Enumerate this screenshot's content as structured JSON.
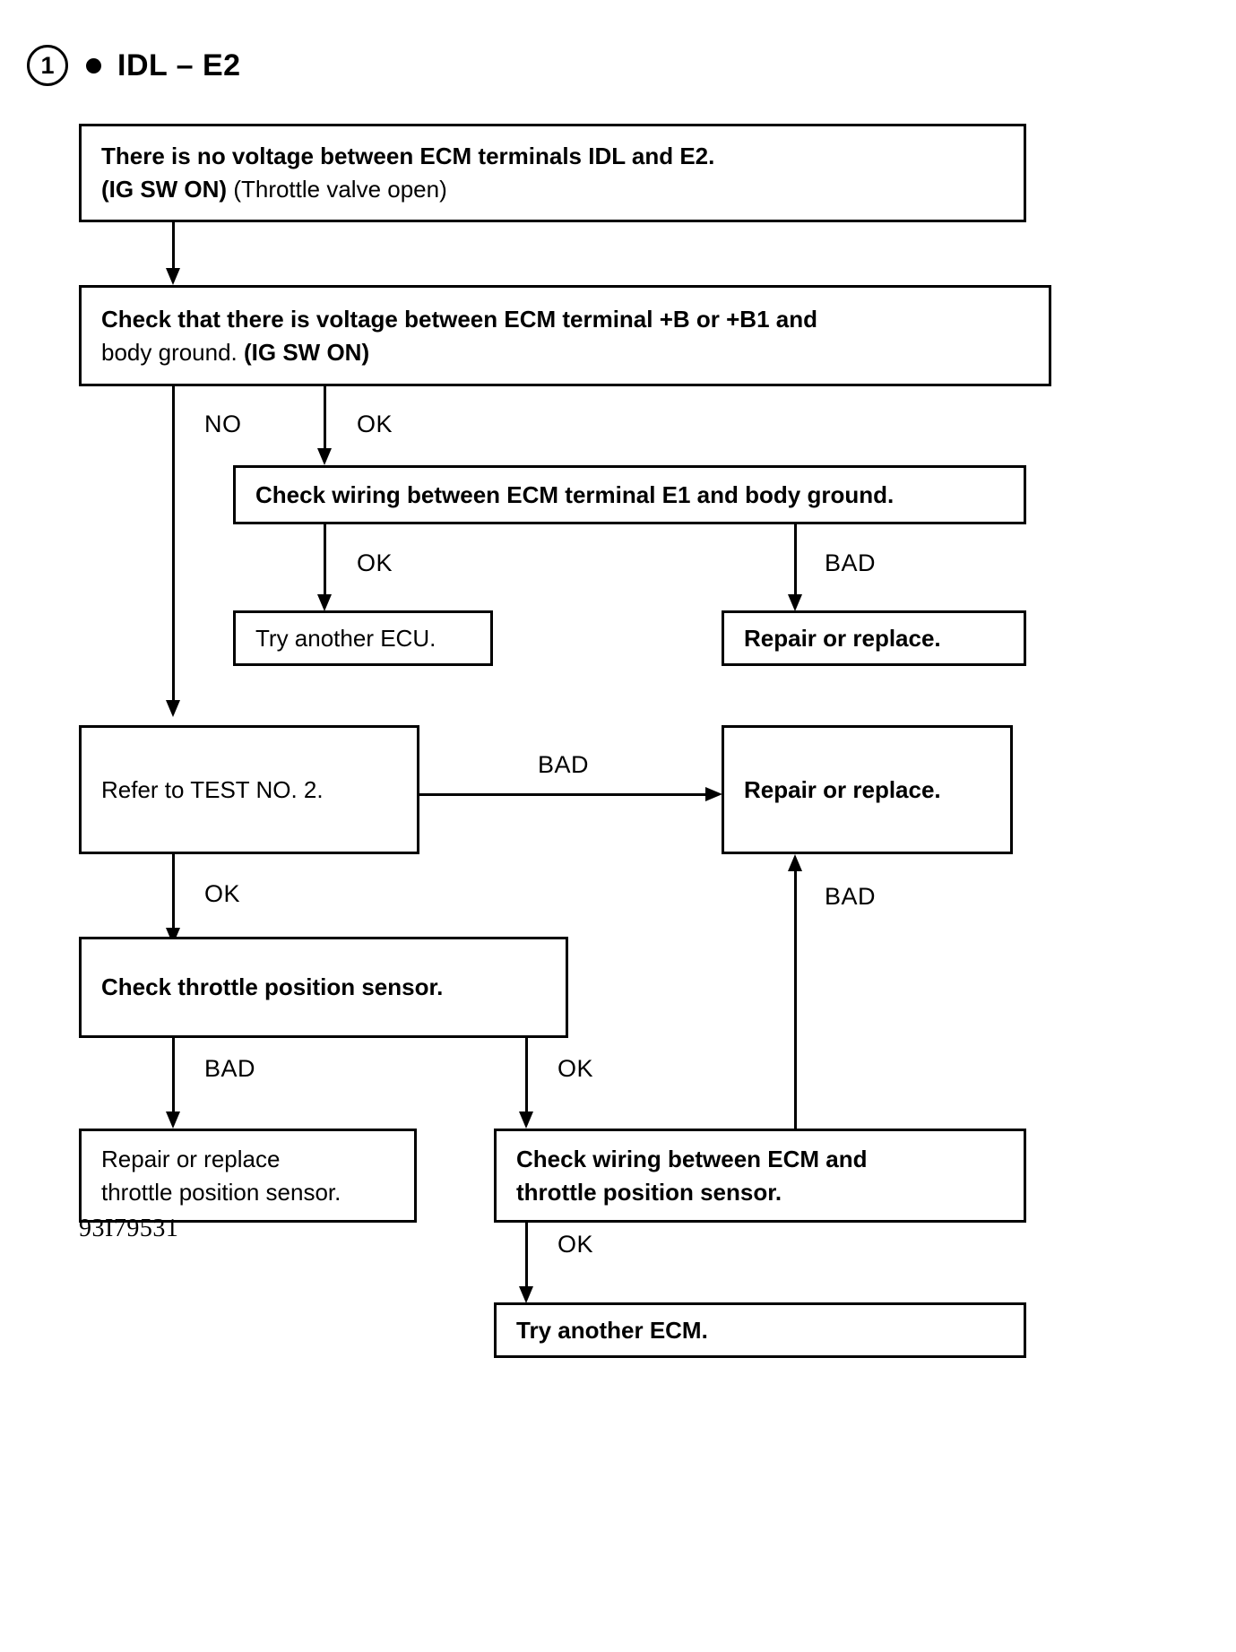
{
  "header": {
    "step_number": "1",
    "bullet": "•",
    "title": "IDL – E2"
  },
  "figure_id": "93I79531",
  "chart_data": {
    "type": "diagram",
    "diagram_kind": "troubleshooting-flowchart",
    "title": "IDL – E2",
    "nodes": [
      {
        "id": "n1",
        "lines": [
          "There is no voltage between ECM terminals IDL and E2.",
          "(IG SW ON) (Throttle valve open)"
        ]
      },
      {
        "id": "n2",
        "lines": [
          "Check that there is voltage between ECM terminal +B or +B1 and",
          "body ground. (IG SW ON)"
        ]
      },
      {
        "id": "n3",
        "lines": [
          "Check wiring between ECM terminal E1 and body ground."
        ]
      },
      {
        "id": "n4",
        "lines": [
          "Try another ECU."
        ]
      },
      {
        "id": "n5",
        "lines": [
          "Repair or replace."
        ]
      },
      {
        "id": "n6",
        "lines": [
          "Refer to TEST NO. 2."
        ]
      },
      {
        "id": "n7",
        "lines": [
          "Repair or replace."
        ]
      },
      {
        "id": "n8",
        "lines": [
          "Check throttle position sensor."
        ]
      },
      {
        "id": "n9",
        "lines": [
          "Repair or replace",
          "throttle position sensor."
        ]
      },
      {
        "id": "n10",
        "lines": [
          "Check wiring between ECM and",
          "throttle position sensor."
        ]
      },
      {
        "id": "n11",
        "lines": [
          "Try another ECM."
        ]
      }
    ],
    "edges": [
      {
        "from": "n1",
        "to": "n2",
        "label": ""
      },
      {
        "from": "n2",
        "to": "n6",
        "label": "NO"
      },
      {
        "from": "n2",
        "to": "n3",
        "label": "OK"
      },
      {
        "from": "n3",
        "to": "n4",
        "label": "OK"
      },
      {
        "from": "n3",
        "to": "n5",
        "label": "BAD"
      },
      {
        "from": "n6",
        "to": "n7",
        "label": "BAD"
      },
      {
        "from": "n6",
        "to": "n8",
        "label": "OK"
      },
      {
        "from": "n8",
        "to": "n9",
        "label": "BAD"
      },
      {
        "from": "n8",
        "to": "n10",
        "label": "OK"
      },
      {
        "from": "n10",
        "to": "n7",
        "label": "BAD"
      },
      {
        "from": "n10",
        "to": "n11",
        "label": "OK"
      }
    ]
  },
  "boxes": {
    "b1": {
      "line1_a": "There is no voltage between ECM terminals IDL and E2.",
      "line2_a": "(IG SW ON)",
      "line2_b": " (Throttle valve open)"
    },
    "b2": {
      "line1_a": "Check that there is voltage between ECM terminal +B or +B1 and",
      "line2_a": "body ground. ",
      "line2_b": "(IG SW ON)"
    },
    "b3": {
      "line1": "Check wiring between ECM terminal E1 and body ground."
    },
    "b4": {
      "line1": "Try another ECU."
    },
    "b5": {
      "line1": "Repair or replace."
    },
    "b6": {
      "line1": "Refer to TEST NO. 2."
    },
    "b7": {
      "line1": "Repair or replace."
    },
    "b8": {
      "line1": "Check throttle position sensor."
    },
    "b9": {
      "line1": "Repair or replace",
      "line2": "throttle position sensor."
    },
    "b10": {
      "line1": "Check wiring between ECM and",
      "line2": "throttle position sensor."
    },
    "b11": {
      "line1": "Try another ECM."
    }
  },
  "labels": {
    "no_1": "NO",
    "ok_1": "OK",
    "ok_2": "OK",
    "bad_1": "BAD",
    "bad_2": "BAD",
    "ok_3": "OK",
    "bad_3": "BAD",
    "bad_4": "BAD",
    "ok_4": "OK",
    "ok_5": "OK"
  }
}
